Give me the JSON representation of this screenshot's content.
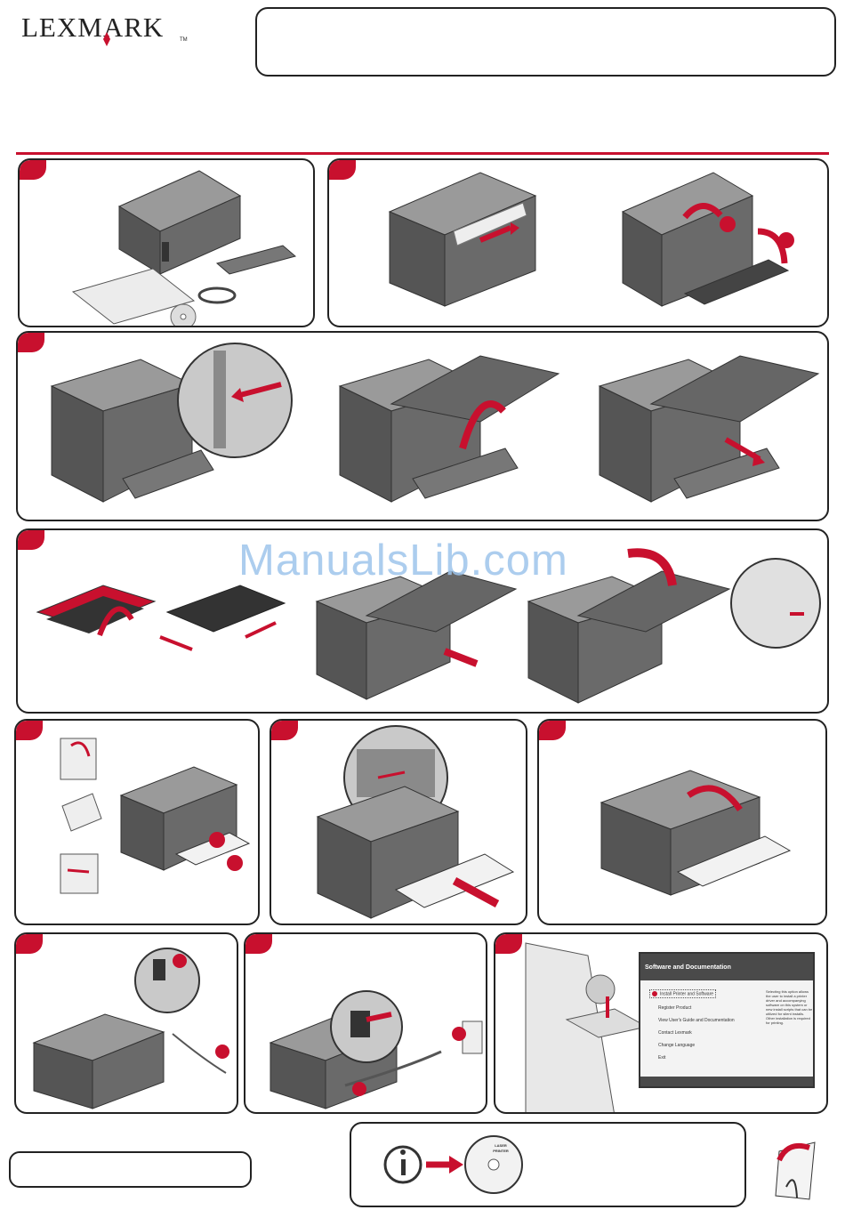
{
  "brand": {
    "name": "LEXMARK",
    "tm": "TM"
  },
  "software_dialog": {
    "title": "Software and Documentation",
    "items": [
      "Install Printer and Software",
      "Register Product",
      "View User's Guide and Documentation",
      "Contact Lexmark",
      "Change Language",
      "Exit"
    ],
    "description": "Selecting this option allows the user to install a printer driver and accompanying software on this system or new install scripts that can be utilized for silent installs. Other installation is required for printing."
  },
  "cd": {
    "label_line1": "LASER",
    "label_line2": "PRINTER"
  },
  "watermark": "ManualsLib.com",
  "colors": {
    "accent": "#c8102e",
    "printer_body": "#5a5a5a",
    "printer_top": "#8c8c8c",
    "arrow": "#c8102e"
  }
}
